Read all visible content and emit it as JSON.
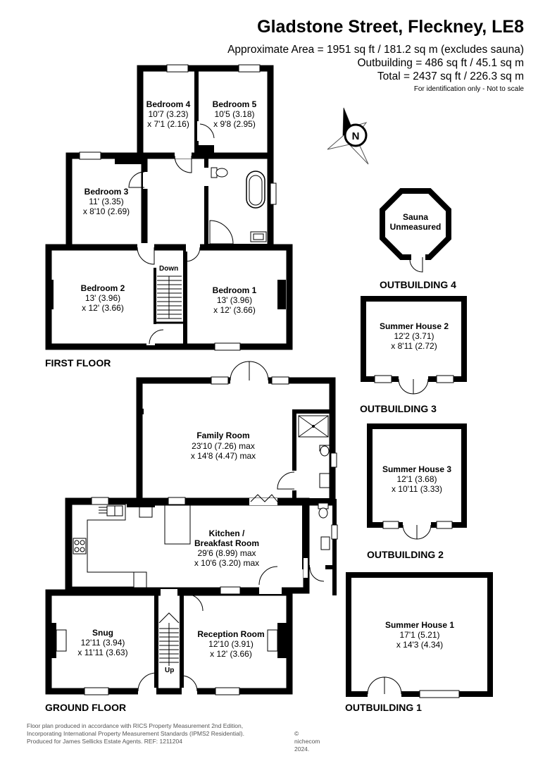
{
  "header": {
    "title": "Gladstone Street, Fleckney, LE8",
    "area_main": "Approximate Area = 1951 sq ft / 181.2 sq m (excludes sauna)",
    "area_outbuilding": "Outbuilding = 486 sq ft / 45.1 sq m",
    "area_total": "Total = 2437 sq ft / 226.3 sq m",
    "disclaimer": "For identification only - Not to scale"
  },
  "compass": {
    "label": "N"
  },
  "floors": {
    "first": "FIRST FLOOR",
    "ground": "GROUND FLOOR"
  },
  "rooms": {
    "bedroom4": {
      "name": "Bedroom 4",
      "dim1": "10'7 (3.23)",
      "dim2": "x 7'1 (2.16)"
    },
    "bedroom5": {
      "name": "Bedroom 5",
      "dim1": "10'5 (3.18)",
      "dim2": "x 9'8 (2.95)"
    },
    "bedroom3": {
      "name": "Bedroom 3",
      "dim1": "11' (3.35)",
      "dim2": "x 8'10 (2.69)"
    },
    "bedroom2": {
      "name": "Bedroom 2",
      "dim1": "13' (3.96)",
      "dim2": "x 12' (3.66)"
    },
    "bedroom1": {
      "name": "Bedroom 1",
      "dim1": "13' (3.96)",
      "dim2": "x 12' (3.66)"
    },
    "family": {
      "name": "Family Room",
      "dim1": "23'10 (7.26) max",
      "dim2": "x 14'8 (4.47) max"
    },
    "kitchen": {
      "name1": "Kitchen /",
      "name2": "Breakfast Room",
      "dim1": "29'6 (8.99) max",
      "dim2": "x 10'6 (3.20) max"
    },
    "snug": {
      "name": "Snug",
      "dim1": "12'11 (3.94)",
      "dim2": "x 11'11 (3.63)"
    },
    "reception": {
      "name": "Reception Room",
      "dim1": "12'10 (3.91)",
      "dim2": "x 12' (3.66)"
    },
    "sauna": {
      "name1": "Sauna",
      "name2": "Unmeasured"
    },
    "summer2": {
      "name": "Summer House 2",
      "dim1": "12'2 (3.71)",
      "dim2": "x 8'11 (2.72)"
    },
    "summer3": {
      "name": "Summer House 3",
      "dim1": "12'1 (3.68)",
      "dim2": "x 10'11 (3.33)"
    },
    "summer1": {
      "name": "Summer House 1",
      "dim1": "17'1 (5.21)",
      "dim2": "x 14'3 (4.34)"
    }
  },
  "stairs": {
    "down": "Down",
    "up": "Up"
  },
  "outbuildings": {
    "ob4": "OUTBUILDING 4",
    "ob3": "OUTBUILDING 3",
    "ob2": "OUTBUILDING 2",
    "ob1": "OUTBUILDING 1"
  },
  "footer": {
    "line1": "Floor plan produced in accordance with RICS Property Measurement 2nd Edition,",
    "line2": "Incorporating International Property Measurement Standards (IPMS2 Residential).",
    "line3": "Produced for James Sellicks Estate Agents.   REF: 1211204",
    "copyright": "© nichecom 2024."
  },
  "colors": {
    "wall": "#000000",
    "window": "#ffffff",
    "background": "#ffffff"
  }
}
